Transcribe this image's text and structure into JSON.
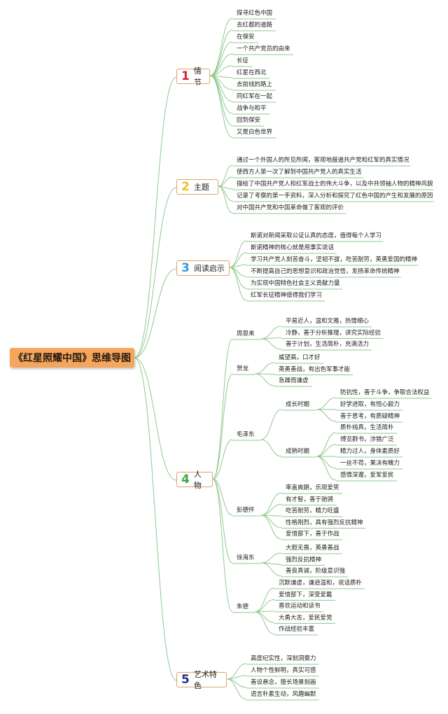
{
  "root": "《红星照耀中国》思维导图",
  "branches": [
    {
      "num": "1",
      "color": "#d4213d",
      "label": "情节",
      "leaves": [
        "探寻红色中国",
        "去红都的道路",
        "在保安",
        "一个共产党员的由来",
        "长征",
        "红星在西北",
        "去前线的路上",
        "同红军在一起",
        "战争与和平",
        "回到保安",
        "又是白色世界"
      ]
    },
    {
      "num": "2",
      "color": "#e8c12a",
      "label": "主题",
      "leaves": [
        "通过一个外国人的所见所闻，客观地报道共产党和红军的真实情况",
        "使西方人第一次了解到中国共产党人的真实生活",
        "描绘了中国共产党人和红军战士的伟大斗争，以及中共领袖人物的精神风貌",
        "记录了考察的第一手资料，深入分析和探究了红色中国的产生和发展的原因",
        "对中国共产党和中国革命做了客观的评价"
      ]
    },
    {
      "num": "3",
      "color": "#2d9bd8",
      "label": "阅读启示",
      "leaves": [
        "斯诺对新闻采取公证认真的态度，值得每个人学习",
        "斯诺精神的核心就是用事实说话",
        "学习共产党人刻苦奋斗，坚韧不拔，吃苦耐劳，英勇爱国的精神",
        "不断提高自己的思想意识和政治觉悟，发扬革命传统精神",
        "为实现中国特色社会主义贡献力量",
        "红军长征精神值得我们学习"
      ]
    },
    {
      "num": "4",
      "color": "#3aa845",
      "label": "人物",
      "people": [
        {
          "name": "周恩来",
          "traits": [
            "平易近人，温和文雅，热情细心",
            "冷静，善于分析推理，讲究实际经验",
            "善于计划，生活简朴，充满活力"
          ]
        },
        {
          "name": "贺龙",
          "traits": [
            "威望高，口才好",
            "英勇善战，有出色军事才能",
            "急躁而谦虚"
          ]
        },
        {
          "name": "毛泽东",
          "periods": [
            {
              "name": "成长时期",
              "traits": [
                "防抗性，善于斗争，争取合法权益",
                "好学进取，有恒心毅力",
                "善于思考，有质疑精神"
              ]
            },
            {
              "name": "成熟时期",
              "traits": [
                "质朴纯真，生活简朴",
                "博览群书，涉猎广泛",
                "精力过人，身体素质好",
                "一丝不苟，果决有魄力",
                "感情深邃，爱军爱民"
              ]
            }
          ]
        },
        {
          "name": "彭德怀",
          "traits": [
            "率直爽朗，乐观爱笑",
            "有才智，善于驰骋",
            "吃苦耐劳，精力旺盛",
            "性格刚烈，具有强烈反抗精神",
            "爱惜部下，善于作战"
          ]
        },
        {
          "name": "徐海东",
          "traits": [
            "大胆无畏，英勇善战",
            "强烈反抗精神",
            "善良真诚，阶级意识强"
          ]
        },
        {
          "name": "朱德",
          "traits": [
            "沉默谦虚，谦逊温和，说话质朴",
            "爱惜部下，深受爱戴",
            "喜欢运动和读书",
            "大勇大志，爱民爱党",
            "作战经验丰富"
          ]
        }
      ]
    },
    {
      "num": "5",
      "color": "#26367f",
      "label": "艺术特色",
      "leaves": [
        "高度纪实性，深刻洞察力",
        "人物个性鲜明，真实可感",
        "善设悬念，擅长场景刻画",
        "语言朴素生动，风趣幽默"
      ]
    }
  ],
  "line_color": "#8fc98f"
}
